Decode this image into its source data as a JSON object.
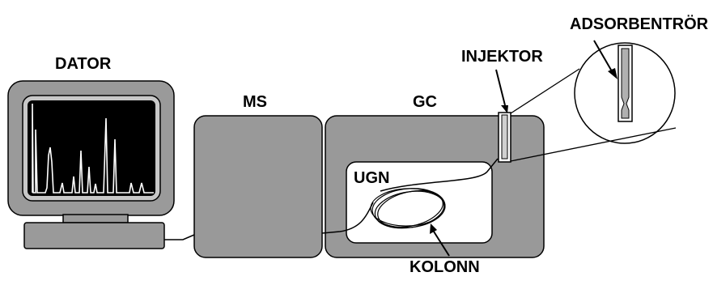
{
  "labels": {
    "computer": "DATOR",
    "ms": "MS",
    "gc": "GC",
    "injector": "INJEKTOR",
    "adsorbent_tube": "ADSORBENTRÖR",
    "oven": "UGN",
    "column": "KOLONN"
  },
  "colors": {
    "box_fill": "#999999",
    "screen_frame": "#9a9a9a",
    "screen_bg": "#000000",
    "spectrum_line": "#ffffff",
    "oven_fill": "#ffffff",
    "outline": "#000000"
  },
  "icons": [
    "computer-monitor",
    "keyboard-base",
    "adsorbent-tube-magnifier"
  ]
}
